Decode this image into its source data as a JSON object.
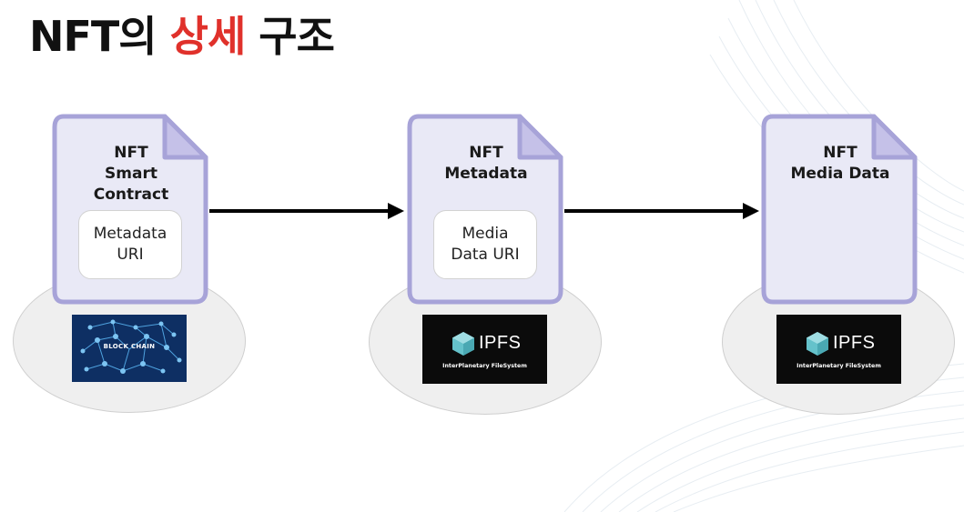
{
  "title": {
    "part1": "NFT의 ",
    "accent": "상세",
    "part2": " 구조"
  },
  "nodes": [
    {
      "title_lines": [
        "NFT",
        "Smart",
        "Contract"
      ],
      "inner_lines": [
        "Metadata",
        "URI"
      ],
      "storage_logo": {
        "type": "blockchain",
        "label": "BLOCK CHAIN"
      }
    },
    {
      "title_lines": [
        "NFT",
        "Metadata"
      ],
      "inner_lines": [
        "Media",
        "Data URI"
      ],
      "storage_logo": {
        "type": "ipfs",
        "name": "IPFS",
        "sub": "InterPlanetary FileSystem"
      }
    },
    {
      "title_lines": [
        "NFT",
        "Media Data"
      ],
      "storage_logo": {
        "type": "ipfs",
        "name": "IPFS",
        "sub": "InterPlanetary FileSystem"
      }
    }
  ],
  "colors": {
    "accent": "#e0312b",
    "doc_fill": "#e9e9f6",
    "doc_stroke": "#a7a3d8",
    "platter": "#efefef",
    "arrow": "#000000",
    "chain_bg": "#0e2f63",
    "ipfs_cube": "#65c2cb"
  }
}
